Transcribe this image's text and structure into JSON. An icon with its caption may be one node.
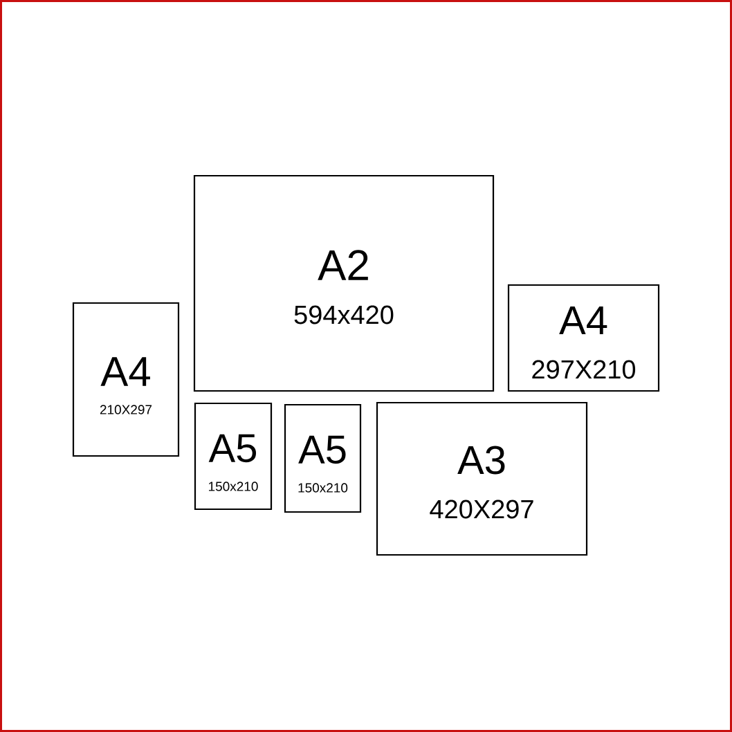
{
  "diagram": {
    "nodes": [
      {
        "text": [
          "A4",
          "210X297"
        ]
      },
      {
        "text": [
          "A2",
          "594x420"
        ]
      },
      {
        "text": [
          "A4",
          "297X210"
        ]
      },
      {
        "text": [
          "A5",
          "150x210"
        ]
      },
      {
        "text": [
          "A5",
          "150x210"
        ]
      },
      {
        "text": [
          "A3",
          "420X297"
        ]
      }
    ]
  }
}
